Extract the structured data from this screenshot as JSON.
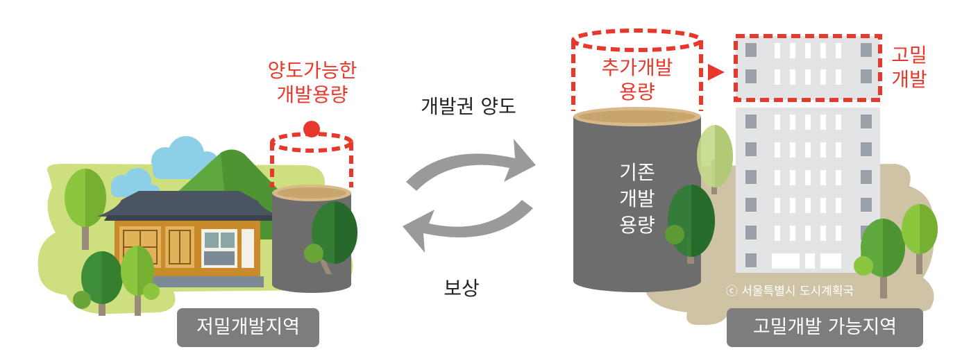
{
  "left": {
    "transferable_label_line1": "양도가능한",
    "transferable_label_line2": "개발용량",
    "area_badge": "저밀개발지역"
  },
  "center": {
    "top_label": "개발권 양도",
    "bottom_label": "보상"
  },
  "right": {
    "additional_label_line1": "추가개발",
    "additional_label_line2": "용량",
    "existing_line1": "기존",
    "existing_line2": "개발",
    "existing_line3": "용량",
    "high_density_line1": "고밀",
    "high_density_line2": "개발",
    "area_badge": "고밀개발 가능지역",
    "credit": "ⓒ 서울특별시 도시계획국"
  },
  "colors": {
    "accent_red": "#e8372b",
    "badge_gray": "#7d7d7d",
    "arrow_gray": "#9a9a9a",
    "cylinder_gray": "#6d6d6d",
    "ground_green": "#c9dd7a",
    "ground_tan": "#cfc3a6"
  }
}
